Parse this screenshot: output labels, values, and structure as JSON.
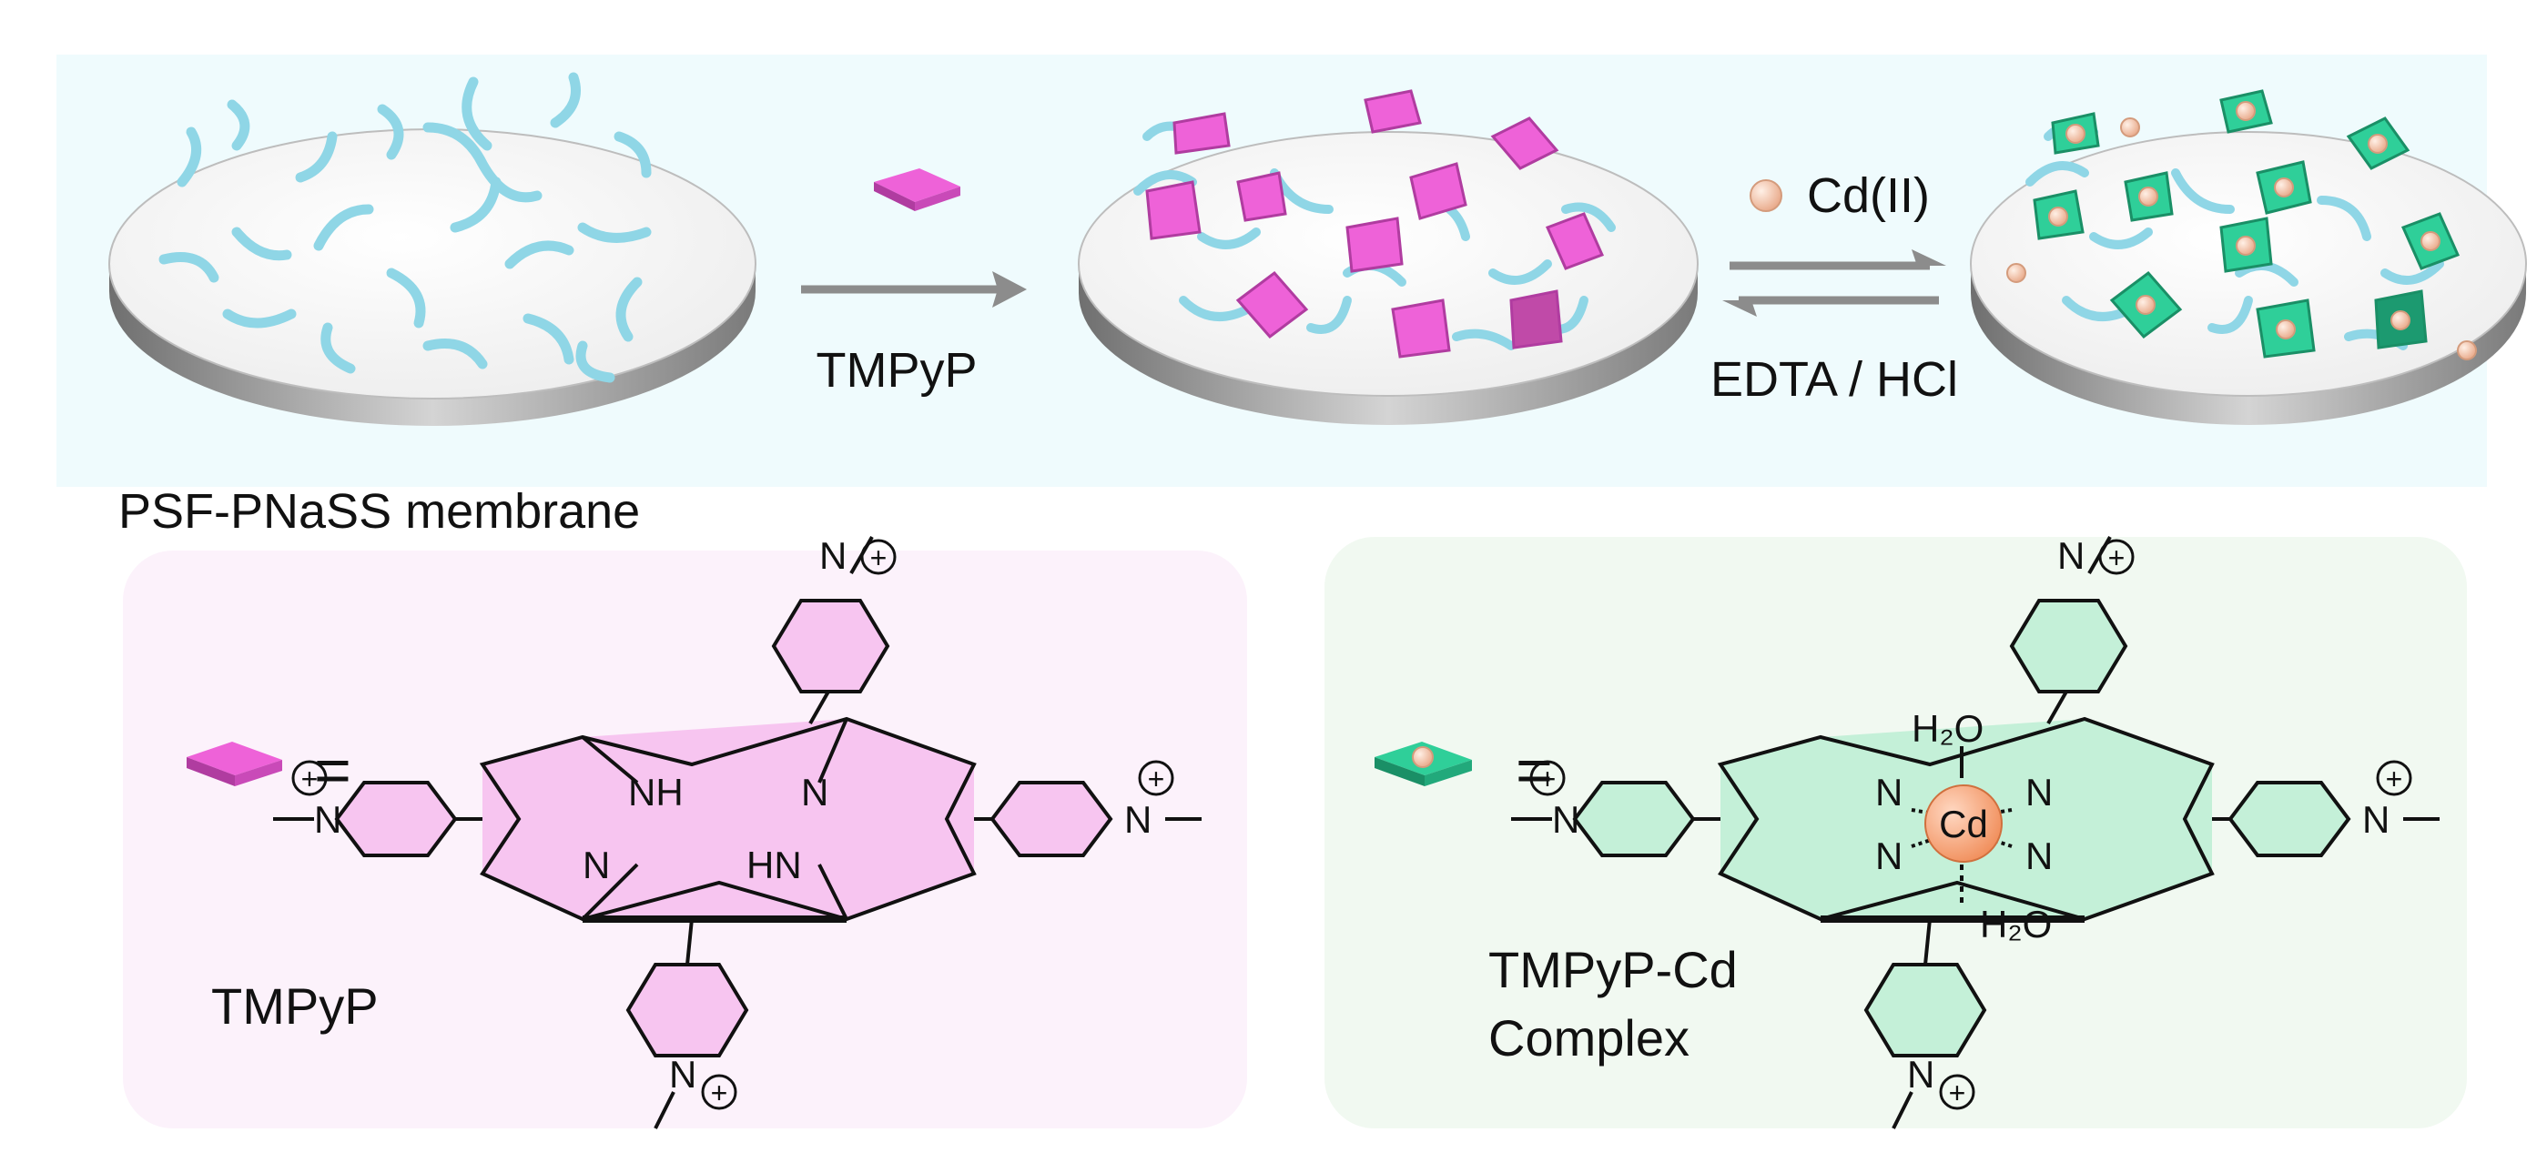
{
  "top_panel": {
    "membrane_label": "PSF-PNaSS membrane",
    "step1_label": "TMPyP",
    "forward_label": "Cd(II)",
    "reverse_label": "EDTA / HCl"
  },
  "bottom_left": {
    "equals": "=",
    "caption": "TMPyP",
    "atoms": {
      "N": "N",
      "NH": "NH",
      "HN": "HN",
      "plus": "+"
    }
  },
  "bottom_right": {
    "equals": "=",
    "caption_line1": "TMPyP-Cd",
    "caption_line2": "Complex",
    "atoms": {
      "N": "N",
      "metal": "Cd",
      "water": "H₂O",
      "plus": "+"
    }
  },
  "colors": {
    "top_background": "#effbfd",
    "left_box": "#fcf2fb",
    "right_box": "#f1f9f1",
    "tmpyp_square": "#ee62d8",
    "complex_square": "#2fcf99",
    "polymer": "#8fd6e6",
    "cd_ion": "#f2c4a8",
    "arrow": "#8c8c8c",
    "porphyrin_fill_pink": "#f7c5f0",
    "porphyrin_fill_green": "#c4f0d8",
    "cd_atom": "#f4a27a"
  },
  "icons": [
    "membrane-disc-icon",
    "tmpyp-square-icon",
    "cd-ion-icon",
    "complex-square-icon",
    "reaction-arrow-icon",
    "equilibrium-arrow-icon"
  ]
}
